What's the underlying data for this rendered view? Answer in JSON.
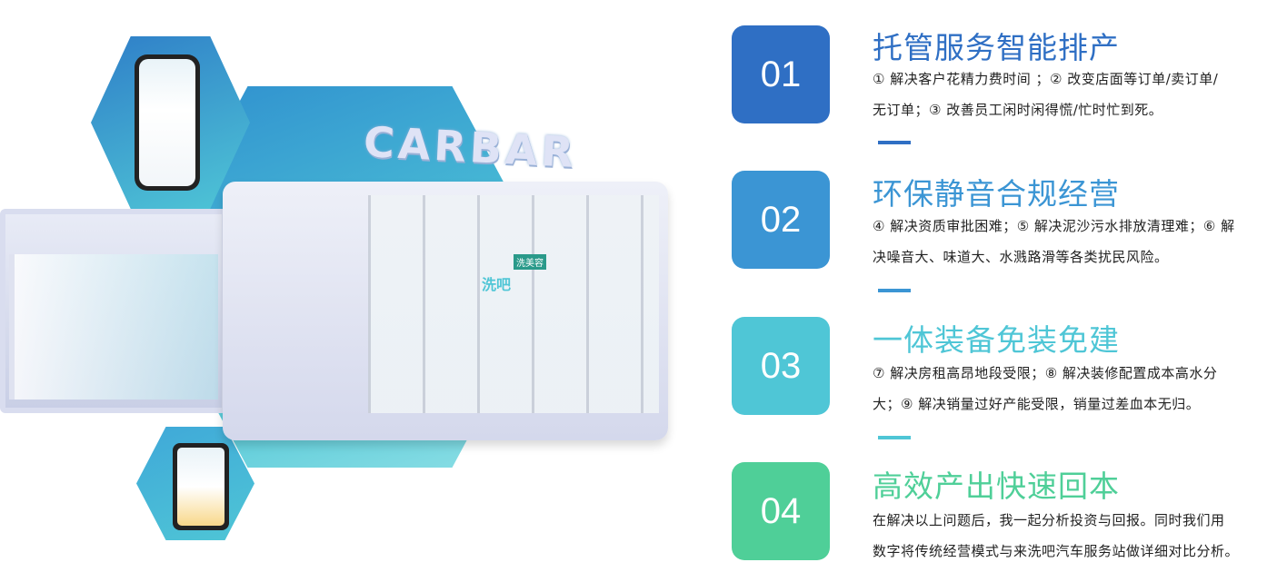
{
  "illustration": {
    "sign": "CARBAR",
    "shop_sign": "洗吧",
    "shop_banner": "洗美容"
  },
  "items": [
    {
      "number": "01",
      "color": "#2f6fc4",
      "title": "托管服务智能排产",
      "lines": [
        "① 解决客户花精力费时间 ；② 改变店面等订单/卖订单/",
        "无订单；③ 改善员工闲时闲得慌/忙时忙到死。"
      ]
    },
    {
      "number": "02",
      "color": "#3b95d4",
      "title": "环保静音合规经营",
      "lines": [
        "④ 解决资质审批困难；⑤ 解决泥沙污水排放清理难；⑥ 解",
        "决噪音大、味道大、水溅路滑等各类扰民风险。"
      ]
    },
    {
      "number": "03",
      "color": "#4fc6d6",
      "title": "一体装备免装免建",
      "lines": [
        "⑦ 解决房租高昂地段受限；⑧ 解决装修配置成本高水分",
        "大；⑨ 解决销量过好产能受限，销量过差血本无归。"
      ]
    },
    {
      "number": "04",
      "color": "#4fcf98",
      "title": "高效产出快速回本",
      "lines": [
        "在解决以上问题后，我一起分析投资与回报。同时我们用",
        "数字将传统经营模式与来洗吧汽车服务站做详细对比分析。"
      ]
    }
  ]
}
